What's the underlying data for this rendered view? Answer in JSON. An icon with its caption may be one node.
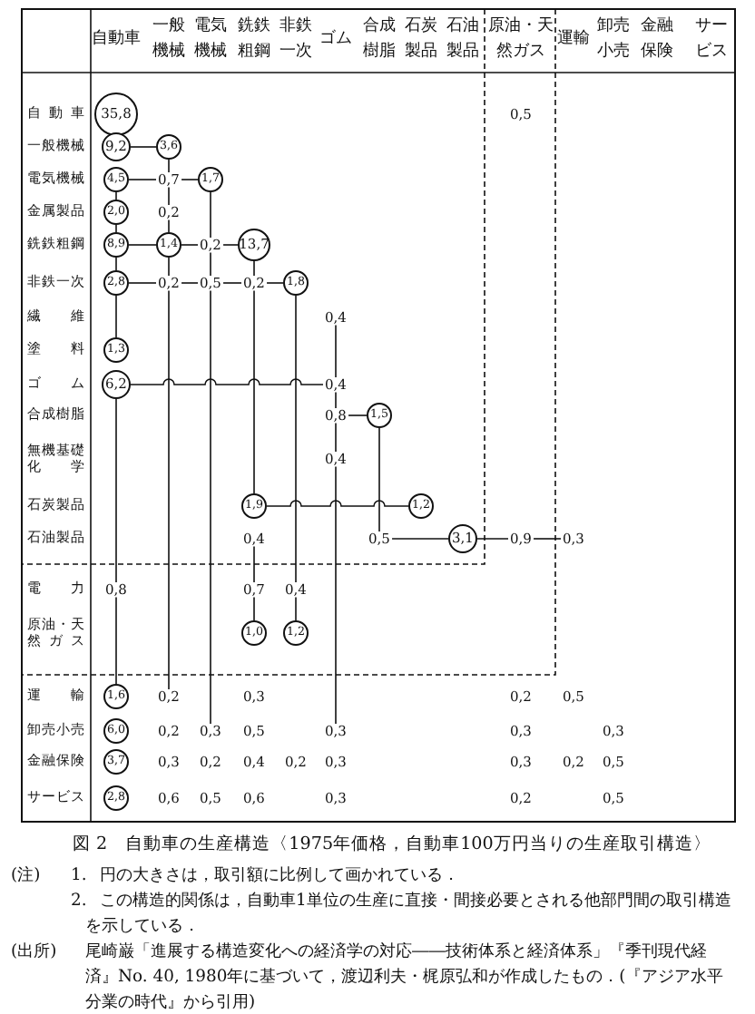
{
  "diagram": {
    "caption": "図 2　自動車の生産構造〈1975年価格，自動車100万円当りの生産取引構造〉",
    "nodes": [
      {
        "text": [
          "35,8"
        ]
      },
      {
        "text": [
          "9,2"
        ]
      },
      {
        "text": [
          "3,6"
        ]
      },
      {
        "text": [
          "4,5"
        ]
      },
      {
        "text": [
          "0,7"
        ]
      },
      {
        "text": [
          "1,7"
        ]
      },
      {
        "text": [
          "2,0"
        ]
      },
      {
        "text": [
          "0,2"
        ]
      },
      {
        "text": [
          "8,9"
        ]
      },
      {
        "text": [
          "1,4"
        ]
      },
      {
        "text": [
          "0,2"
        ]
      },
      {
        "text": [
          "13,7"
        ]
      },
      {
        "text": [
          "2,8"
        ]
      },
      {
        "text": [
          "0,2"
        ]
      },
      {
        "text": [
          "0,5"
        ]
      },
      {
        "text": [
          "0,2"
        ]
      },
      {
        "text": [
          "1,8"
        ]
      },
      {
        "text": [
          "0,4"
        ]
      },
      {
        "text": [
          "1,3"
        ]
      },
      {
        "text": [
          "6,2"
        ]
      },
      {
        "text": [
          "0,4"
        ]
      },
      {
        "text": [
          "0,8"
        ]
      },
      {
        "text": [
          "1,5"
        ]
      },
      {
        "text": [
          "0,4"
        ]
      },
      {
        "text": [
          "1,9"
        ]
      },
      {
        "text": [
          "1,2"
        ]
      },
      {
        "text": [
          "0,4"
        ]
      },
      {
        "text": [
          "0,5"
        ]
      },
      {
        "text": [
          "3,1"
        ]
      },
      {
        "text": [
          "0,9"
        ]
      },
      {
        "text": [
          "0,3"
        ]
      },
      {
        "text": [
          "0,8"
        ]
      },
      {
        "text": [
          "0,7"
        ]
      },
      {
        "text": [
          "0,4"
        ]
      },
      {
        "text": [
          "1,0"
        ]
      },
      {
        "text": [
          "1,2"
        ]
      },
      {
        "text": [
          "1,6"
        ]
      },
      {
        "text": [
          "0,2"
        ]
      },
      {
        "text": [
          "6,0"
        ]
      },
      {
        "text": [
          "0,3"
        ]
      },
      {
        "text": [
          "0,3"
        ]
      },
      {
        "text": [
          "3,7"
        ]
      },
      {
        "text": [
          "2,8"
        ]
      }
    ],
    "edges": [
      {
        "from": 1,
        "to": 2,
        "arrow": "none"
      },
      {
        "from": 3,
        "to": 4,
        "arrow": "none"
      },
      {
        "from": 4,
        "to": 5,
        "arrow": "none"
      },
      {
        "from": 8,
        "to": 9,
        "arrow": "none"
      },
      {
        "from": 9,
        "to": 10,
        "arrow": "none"
      },
      {
        "from": 10,
        "to": 11,
        "arrow": "none"
      },
      {
        "from": 12,
        "to": 13,
        "arrow": "none"
      },
      {
        "from": 13,
        "to": 14,
        "arrow": "none"
      },
      {
        "from": 14,
        "to": 15,
        "arrow": "none"
      },
      {
        "from": 15,
        "to": 16,
        "arrow": "none"
      },
      {
        "from": 19,
        "to": 20,
        "arrow": "none"
      },
      {
        "from": 21,
        "to": 22,
        "arrow": "none"
      },
      {
        "from": 24,
        "to": 25,
        "arrow": "none"
      },
      {
        "from": 27,
        "to": 28,
        "arrow": "none"
      },
      {
        "from": 28,
        "to": 29,
        "arrow": "none"
      },
      {
        "from": 29,
        "to": 30,
        "arrow": "none"
      },
      {
        "from": 3,
        "to": 6,
        "arrow": "none"
      },
      {
        "from": 6,
        "to": 8,
        "arrow": "none"
      },
      {
        "from": 8,
        "to": 12,
        "arrow": "none"
      },
      {
        "from": 12,
        "to": 18,
        "arrow": "none"
      },
      {
        "from": 19,
        "to": 31,
        "arrow": "none"
      },
      {
        "from": 31,
        "to": 36,
        "arrow": "none"
      },
      {
        "from": 2,
        "to": 4,
        "arrow": "none"
      },
      {
        "from": 4,
        "to": 7,
        "arrow": "none"
      },
      {
        "from": 7,
        "to": 9,
        "arrow": "none"
      },
      {
        "from": 9,
        "to": 13,
        "arrow": "none"
      },
      {
        "from": 13,
        "to": 37,
        "arrow": "none"
      },
      {
        "from": 5,
        "to": 10,
        "arrow": "none"
      },
      {
        "from": 10,
        "to": 14,
        "arrow": "none"
      },
      {
        "from": 14,
        "to": 39,
        "arrow": "none"
      },
      {
        "from": 11,
        "to": 15,
        "arrow": "none"
      },
      {
        "from": 15,
        "to": 24,
        "arrow": "none"
      },
      {
        "from": 26,
        "to": 32,
        "arrow": "none"
      },
      {
        "from": 32,
        "to": 34,
        "arrow": "none"
      },
      {
        "from": 16,
        "to": 33,
        "arrow": "none"
      },
      {
        "from": 33,
        "to": 35,
        "arrow": "none"
      },
      {
        "from": 17,
        "to": 20,
        "arrow": "none"
      },
      {
        "from": 20,
        "to": 21,
        "arrow": "none"
      },
      {
        "from": 21,
        "to": 23,
        "arrow": "none"
      },
      {
        "from": 23,
        "to": 40,
        "arrow": "none"
      },
      {
        "from": 22,
        "to": 27,
        "arrow": "none"
      }
    ],
    "labels": [
      "自動車",
      "一般機械",
      "電気機械",
      "銑鉄粗鋼",
      "非鉄一次",
      "ゴム",
      "合成樹脂",
      "石炭製品",
      "石油製品",
      "原油・天然ガス",
      "運輸",
      "卸売小売",
      "金融保険",
      "サービス",
      "自動車",
      "0,5",
      "一般機械",
      "電気機械",
      "金属製品",
      "銑鉄粗鋼",
      "非鉄一次",
      "繊維",
      "塗料",
      "ゴム",
      "合成樹脂",
      "無機基礎化学",
      "石炭製品",
      "石油製品",
      "電力",
      "原油・天然ガス",
      "運輸",
      "0,3",
      "0,2",
      "0,5",
      "卸売小売",
      "0,2",
      "0,5",
      "0,3",
      "0,3",
      "金融保険",
      "0,3",
      "0,2",
      "0,4",
      "0,2",
      "0,3",
      "0,3",
      "0,2",
      "0,5",
      "サービス",
      "0,6",
      "0,5",
      "0,6",
      "0,3",
      "0,2",
      "0,5",
      "(注)",
      "1.",
      "円の大きさは，取引額に比例して画かれている．",
      "2.",
      "この構造的関係は，自動車1単位の生産に直接・間接必要とされる他部門間の取引構造を示している．",
      "(出所)",
      "尾崎巌「進展する構造変化への経済学の対応――技術体系と経済体系」『季刊現代経済』No. 40, 1980年に基づいて，渡辺利夫・梶原弘和が作成したもの．(『アジア水平分業の時代』から引用)"
    ]
  }
}
